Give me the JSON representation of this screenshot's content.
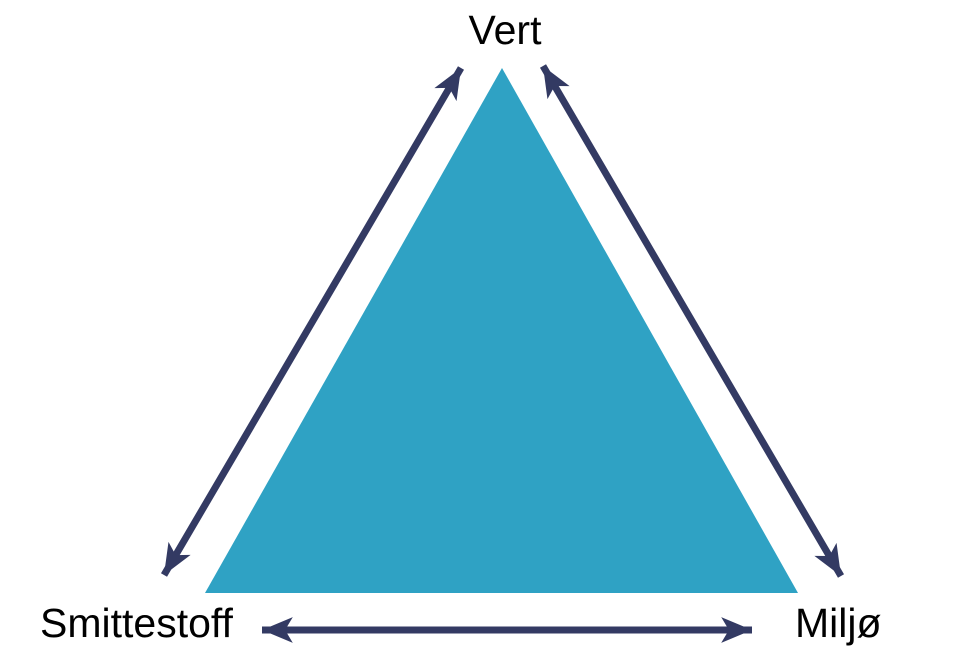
{
  "diagram": {
    "type": "epidemiologic-triangle",
    "nodes": {
      "top": {
        "label": "Vert"
      },
      "bottom_left": {
        "label": "Smittestoff"
      },
      "bottom_right": {
        "label": "Miljø"
      }
    },
    "edges": [
      {
        "from": "Vert",
        "to": "Smittestoff",
        "bidirectional": true
      },
      {
        "from": "Vert",
        "to": "Miljø",
        "bidirectional": true
      },
      {
        "from": "Smittestoff",
        "to": "Miljø",
        "bidirectional": true
      }
    ],
    "colors": {
      "triangle_fill": "#2FA2C4",
      "arrow": "#333A63",
      "text": "#000000"
    }
  }
}
